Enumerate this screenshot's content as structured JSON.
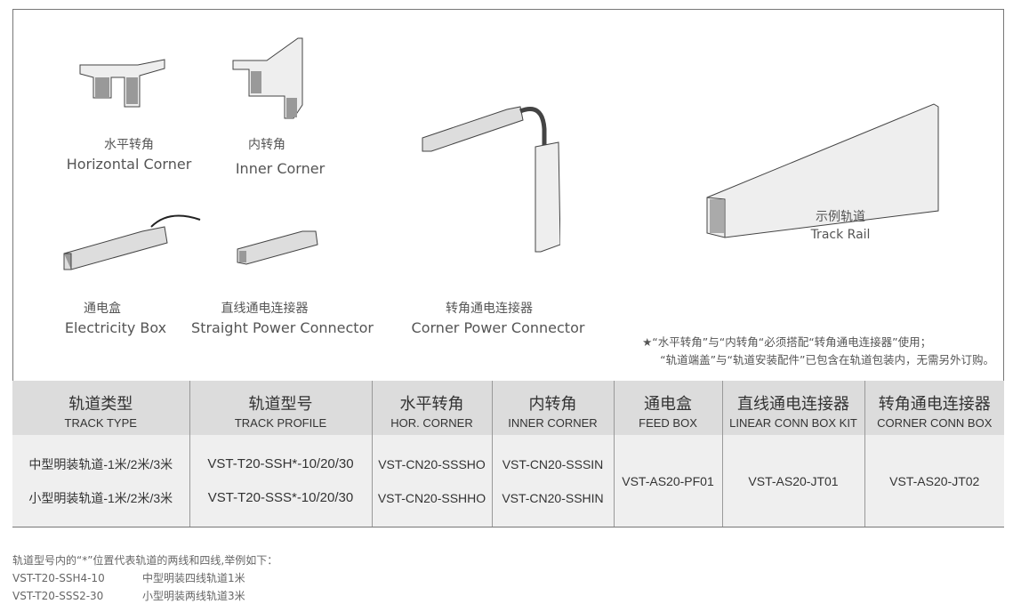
{
  "products": [
    {
      "zh": "水平转角",
      "en": "Horizontal Corner"
    },
    {
      "zh": "内转角",
      "en": "Inner Corner"
    },
    {
      "zh": "通电盒",
      "en": "Electricity Box"
    },
    {
      "zh": "直线通电连接器",
      "en": "Straight Power Connector"
    },
    {
      "zh": "转角通电连接器",
      "en": "Corner Power Connector"
    },
    {
      "zh": "示例轨道",
      "en": "Track Rail"
    }
  ],
  "notes": [
    "★“水平转角”与“内转角“必须搭配“转角通电连接器”使用；",
    "“轨道端盖”与“轨道安装配件”已包含在轨道包装内，无需另外订购。"
  ],
  "table": {
    "headers": [
      {
        "zh": "轨道类型",
        "en": "TRACK TYPE"
      },
      {
        "zh": "轨道型号",
        "en": "TRACK PROFILE"
      },
      {
        "zh": "水平转角",
        "en": "HOR. CORNER"
      },
      {
        "zh": "内转角",
        "en": "INNER CORNER"
      },
      {
        "zh": "通电盒",
        "en": "FEED BOX"
      },
      {
        "zh": "直线通电连接器",
        "en": "LINEAR CONN BOX KIT"
      },
      {
        "zh": "转角通电连接器",
        "en": "CORNER CONN BOX"
      }
    ],
    "rows": [
      [
        "中型明装轨道-1米/2米/3米",
        "VST-T20-SSH*-10/20/30",
        "VST-CN20-SSSHO",
        "VST-CN20-SSSIN"
      ],
      [
        "小型明装轨道-1米/2米/3米",
        "VST-T20-SSS*-10/20/30",
        "VST-CN20-SSHHO",
        "VST-CN20-SSHIN"
      ]
    ],
    "shared": [
      "VST-AS20-PF01",
      "VST-AS20-JT01",
      "VST-AS20-JT02"
    ]
  },
  "footer": {
    "intro": "轨道型号内的“*”位置代表轨道的两线和四线,举例如下：",
    "examples": [
      {
        "code": "VST-T20-SSH4-10",
        "desc": "中型明装四线轨道1米"
      },
      {
        "code": "VST-T20-SSS2-30",
        "desc": "小型明装两线轨道3米"
      }
    ]
  }
}
